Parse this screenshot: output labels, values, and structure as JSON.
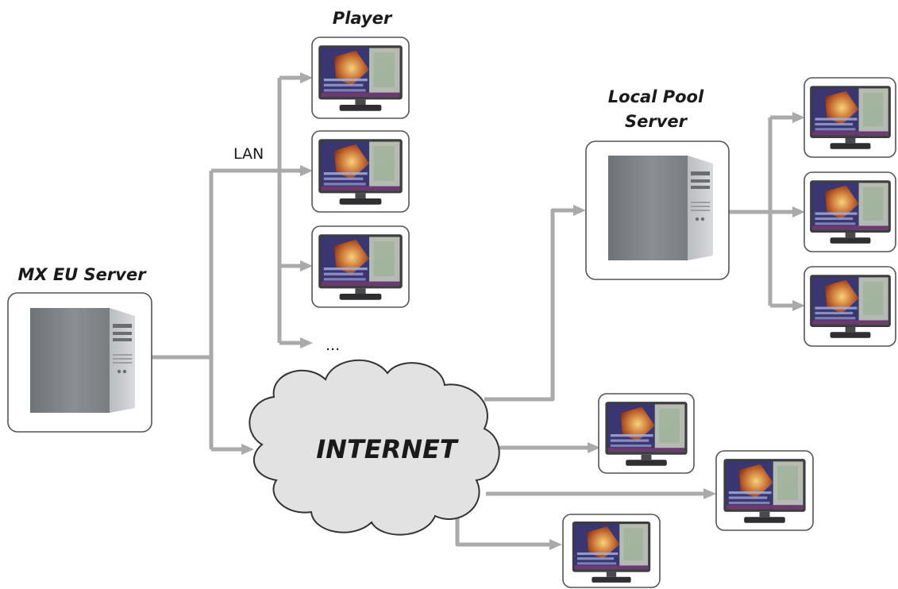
{
  "labels": {
    "player": "Player",
    "mx_eu_server": "MX EU Server",
    "local_pool_line1": "Local Pool",
    "local_pool_line2": "Server",
    "lan": "LAN",
    "ellipsis": "...",
    "internet": "INTERNET"
  },
  "nodes": {
    "servers": [
      "mx-eu-server",
      "local-pool-server"
    ],
    "player_count": 9
  }
}
